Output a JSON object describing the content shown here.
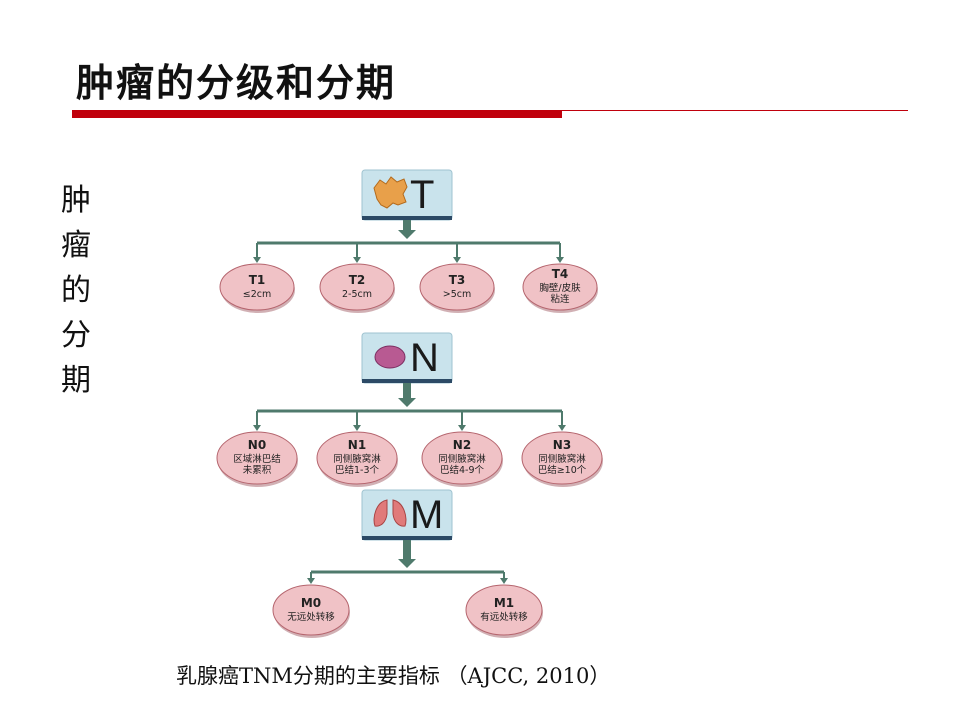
{
  "slide": {
    "title": "肿瘤的分级和分期",
    "side_label": [
      "肿",
      "瘤",
      "的",
      "分",
      "期"
    ],
    "caption": "乳腺癌TNM分期的主要指标 （AJCC, 2010）"
  },
  "diagram": {
    "colors": {
      "header_fill": "#c9e3ec",
      "header_bar": "#2c4a66",
      "connector": "#4f7a6c",
      "node_fill": "#f0c2c6",
      "node_edge": "#b5656e"
    },
    "groups": [
      {
        "letter": "T",
        "icon": "tumor-icon",
        "nodes": [
          {
            "code": "T1",
            "desc": [
              "≤2cm"
            ]
          },
          {
            "code": "T2",
            "desc": [
              "2-5cm"
            ]
          },
          {
            "code": "T3",
            "desc": [
              ">5cm"
            ]
          },
          {
            "code": "T4",
            "desc": [
              "胸壁/皮肤",
              "粘连"
            ]
          }
        ]
      },
      {
        "letter": "N",
        "icon": "lymph-node-icon",
        "nodes": [
          {
            "code": "N0",
            "desc": [
              "区域淋巴结",
              "未累积"
            ]
          },
          {
            "code": "N1",
            "desc": [
              "同侧腋窝淋",
              "巴结1-3个"
            ]
          },
          {
            "code": "N2",
            "desc": [
              "同侧腋窝淋",
              "巴结4-9个"
            ]
          },
          {
            "code": "N3",
            "desc": [
              "同侧腋窝淋",
              "巴结≥10个"
            ]
          }
        ]
      },
      {
        "letter": "M",
        "icon": "lungs-icon",
        "nodes": [
          {
            "code": "M0",
            "desc": [
              "无远处转移"
            ]
          },
          {
            "code": "M1",
            "desc": [
              "有远处转移"
            ]
          }
        ]
      }
    ]
  }
}
